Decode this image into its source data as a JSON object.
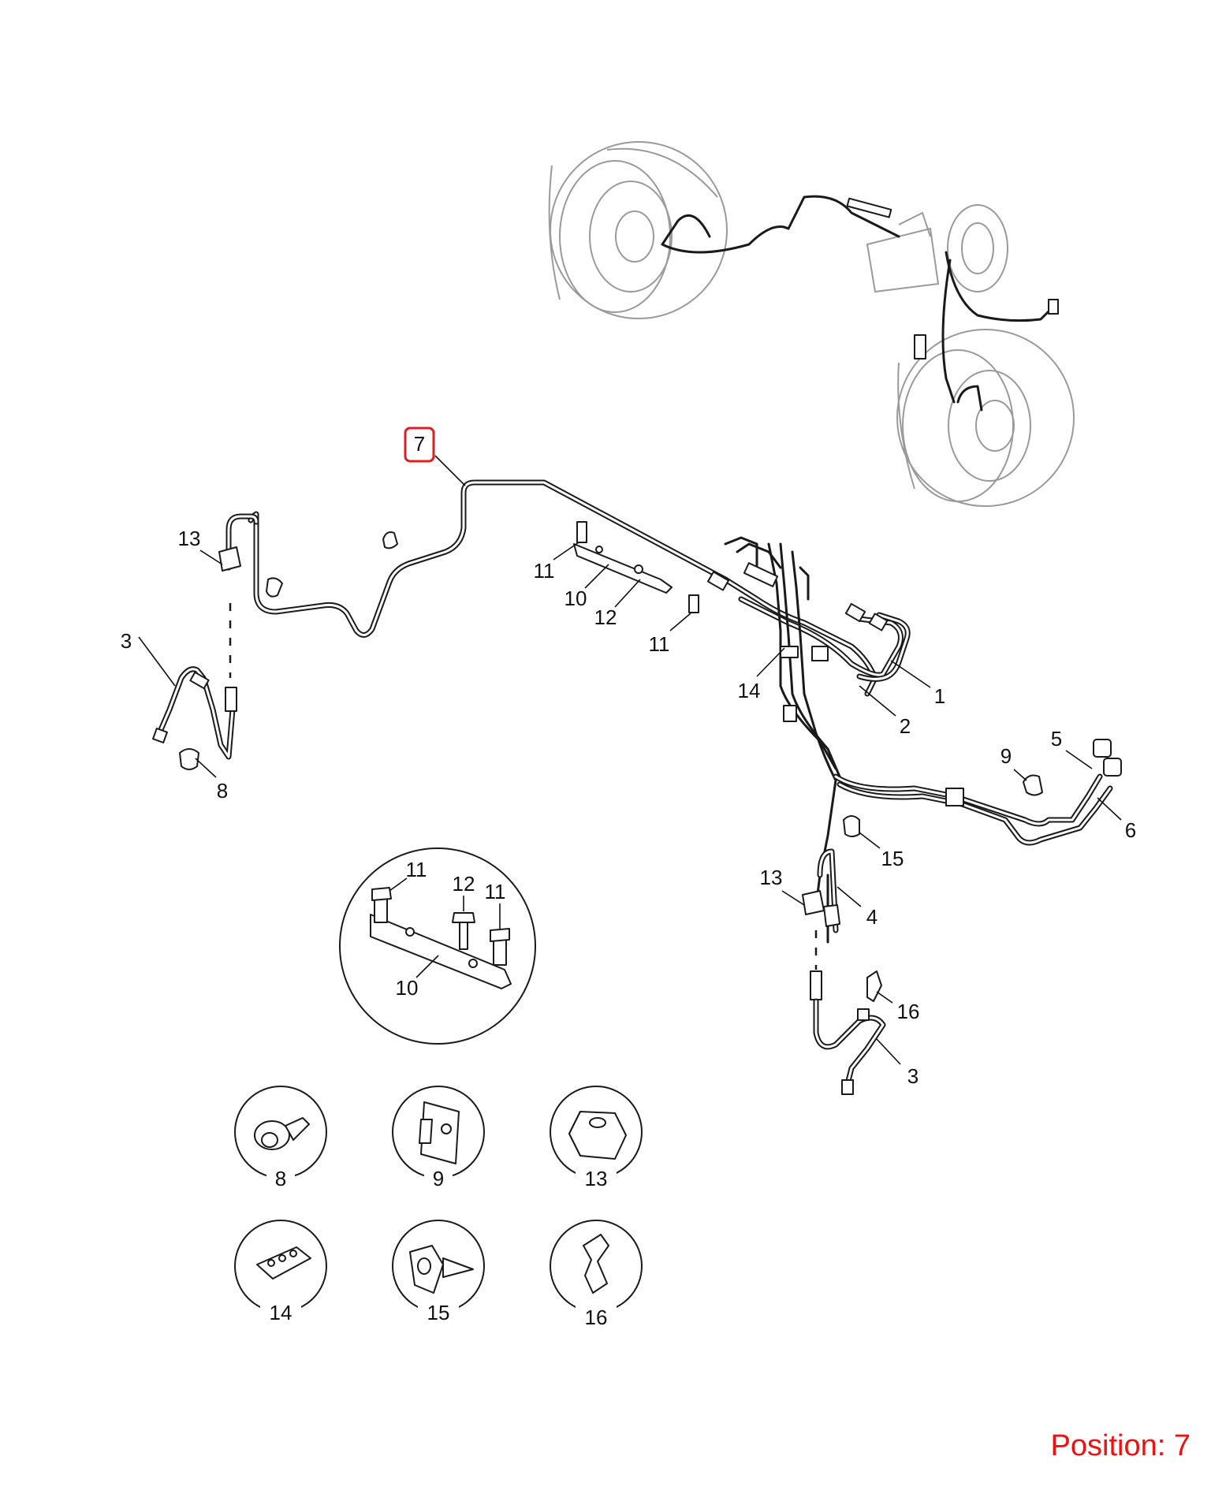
{
  "highlight": {
    "label": "7",
    "color": "#e02020"
  },
  "position_text": "Position: 7",
  "position_color": "#ee1111",
  "callouts": {
    "c1": "1",
    "c2": "2",
    "c3a": "3",
    "c3b": "3",
    "c4": "4",
    "c5": "5",
    "c6": "6",
    "c8": "8",
    "c9": "9",
    "c10a": "10",
    "c10b": "10",
    "c11a": "11",
    "c11b": "11",
    "c11c": "11",
    "c11d": "11",
    "c12a": "12",
    "c12b": "12",
    "c13a": "13",
    "c13b": "13",
    "c14": "14",
    "c15": "15",
    "c16": "16"
  },
  "insets": {
    "i8": "8",
    "i9": "9",
    "i13": "13",
    "i14": "14",
    "i15": "15",
    "i16": "16"
  }
}
